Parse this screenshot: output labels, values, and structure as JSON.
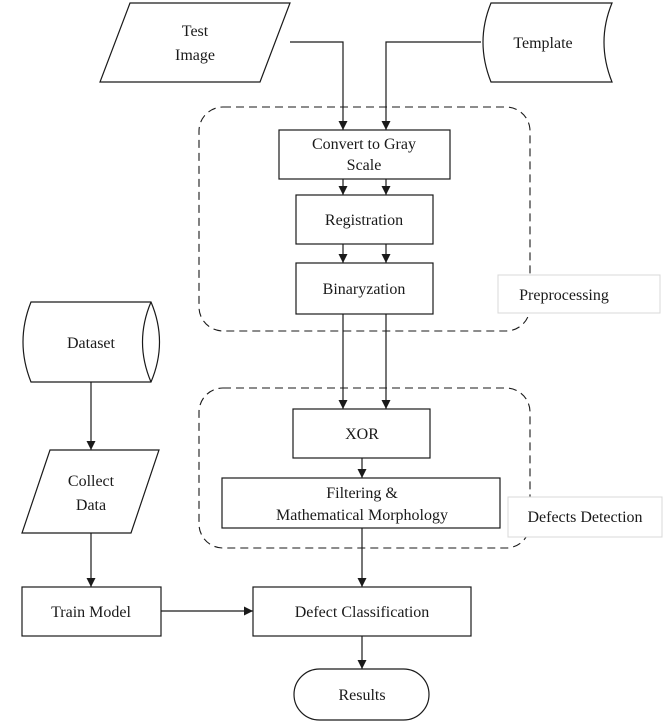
{
  "diagram": {
    "nodes": {
      "test_image": [
        "Test",
        "Image"
      ],
      "template": "Template",
      "convert_gray": [
        "Convert to Gray",
        "Scale"
      ],
      "registration": "Registration",
      "binaryzation": "Binaryzation",
      "dataset": "Dataset",
      "xor": "XOR",
      "filtering": [
        "Filtering &",
        "Mathematical Morphology"
      ],
      "collect_data": [
        "Collect",
        "Data"
      ],
      "train_model": "Train Model",
      "defect_classification": "Defect Classification",
      "results": "Results"
    },
    "groups": {
      "preprocessing": "Preprocessing",
      "defects_detection": "Defects Detection"
    }
  }
}
